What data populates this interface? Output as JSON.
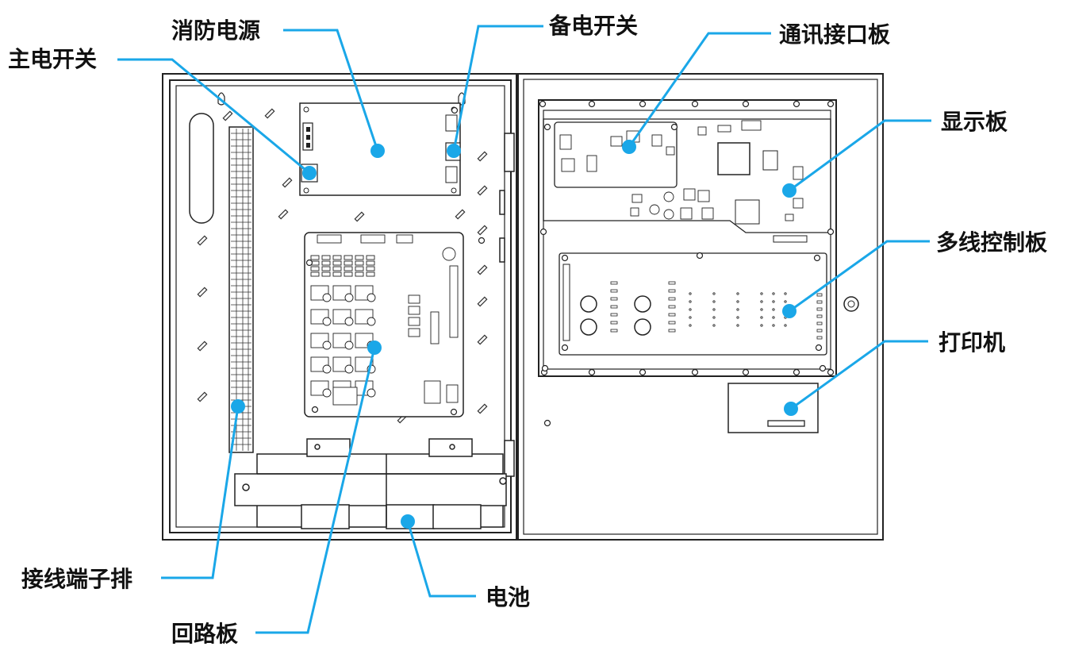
{
  "colors": {
    "leader": "#1aa7e8",
    "outline": "#222222",
    "panel": "#ffffff",
    "inner_panel": "#f7f7f7"
  },
  "callouts": {
    "fire_power": "消防电源",
    "backup_switch": "备电开关",
    "main_switch": "主电开关",
    "comm_board": "通讯接口板",
    "display_board": "显示板",
    "multi_line_board": "多线控制板",
    "printer": "打印机",
    "terminal_strip": "接线端子排",
    "battery": "电池",
    "loop_board": "回路板"
  }
}
